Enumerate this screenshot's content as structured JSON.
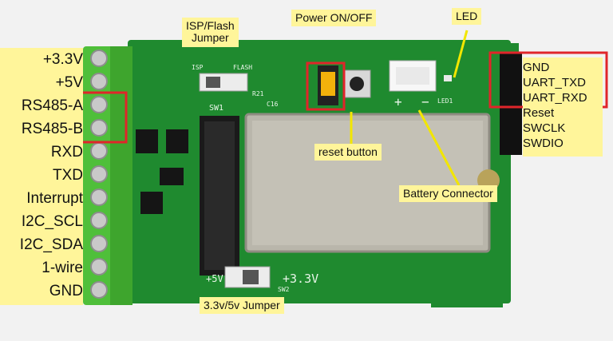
{
  "image": {
    "subject": "Green PCB module with labeled pinouts and callouts",
    "colors": {
      "pcb": "#1f8a2f",
      "pcb_dark": "#157024",
      "terminal_block": "#4fbf3a",
      "label_fill": "#fff59a",
      "highlight_red": "#e0252a",
      "shield": "#b9b6ab",
      "pointer": "#f2e600"
    }
  },
  "callouts": {
    "isp_flash": "ISP/Flash\nJumper",
    "power": "Power ON/OFF",
    "led": "LED",
    "reset_button": "reset button",
    "battery_connector": "Battery Connector",
    "jumper_33_5": "3.3v/5v Jumper"
  },
  "terminal_pins": [
    "+3.3V",
    "+5V",
    "RS485-A",
    "RS485-B",
    "RXD",
    "TXD",
    "Interrupt",
    "I2C_SCL",
    "I2C_SDA",
    "1-wire",
    "GND"
  ],
  "header_pins": [
    "GND",
    "UART_TXD",
    "UART_RXD",
    "Reset",
    "SWCLK",
    "SWDIO"
  ],
  "silkscreen": {
    "isp": "ISP",
    "flash": "FLASH",
    "sw1": "SW1",
    "sw2": "SW2",
    "v33": "+3.3V",
    "v5": "+5V",
    "plus": "+",
    "minus": "−",
    "led1": "LED1",
    "r21": "R21",
    "c16": "C16"
  }
}
